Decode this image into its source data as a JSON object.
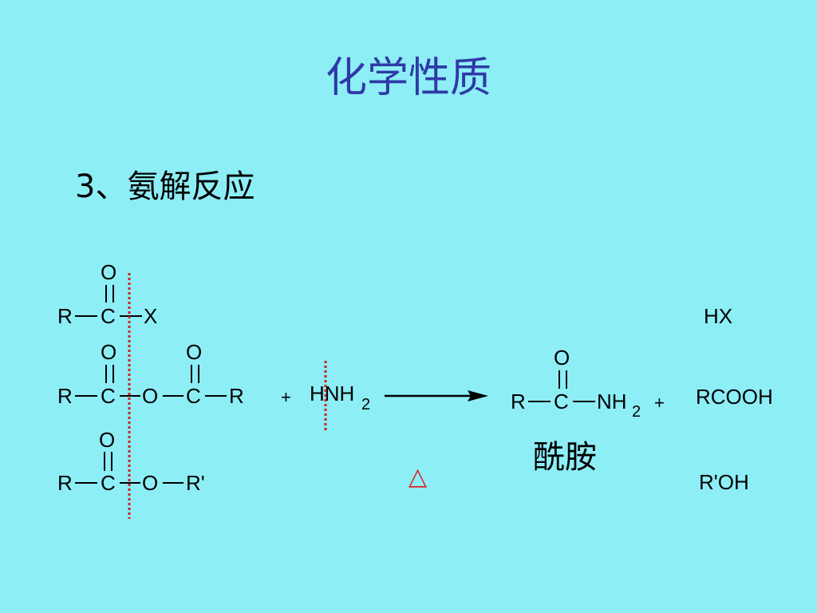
{
  "slide": {
    "title": "化学性质",
    "section": "3、氨解反应",
    "product_name": "酰胺",
    "heat_symbol": "△"
  },
  "reactants": {
    "acyl_halide": {
      "R": "R",
      "C": "C",
      "O": "O",
      "X": "X"
    },
    "anhydride": {
      "R1": "R",
      "C1": "C",
      "O_bridge": "O",
      "C2": "C",
      "R2": "R",
      "O1": "O",
      "O2": "O"
    },
    "ester": {
      "R": "R",
      "C": "C",
      "O_bridge": "O",
      "R_prime": "R'",
      "O": "O"
    },
    "ammonia": {
      "plus": "+",
      "text": "HNH",
      "sub": "2"
    }
  },
  "products": {
    "amide": {
      "R": "R",
      "C": "C",
      "O": "O",
      "N": "NH",
      "sub": "2"
    },
    "plus": "+",
    "byproducts": [
      "HX",
      "RCOOH",
      "R'OH"
    ]
  },
  "colors": {
    "background": "#8deef6",
    "title": "#2f3aa6",
    "cleavage_line": "#cc2020",
    "heat": "#e02020"
  }
}
